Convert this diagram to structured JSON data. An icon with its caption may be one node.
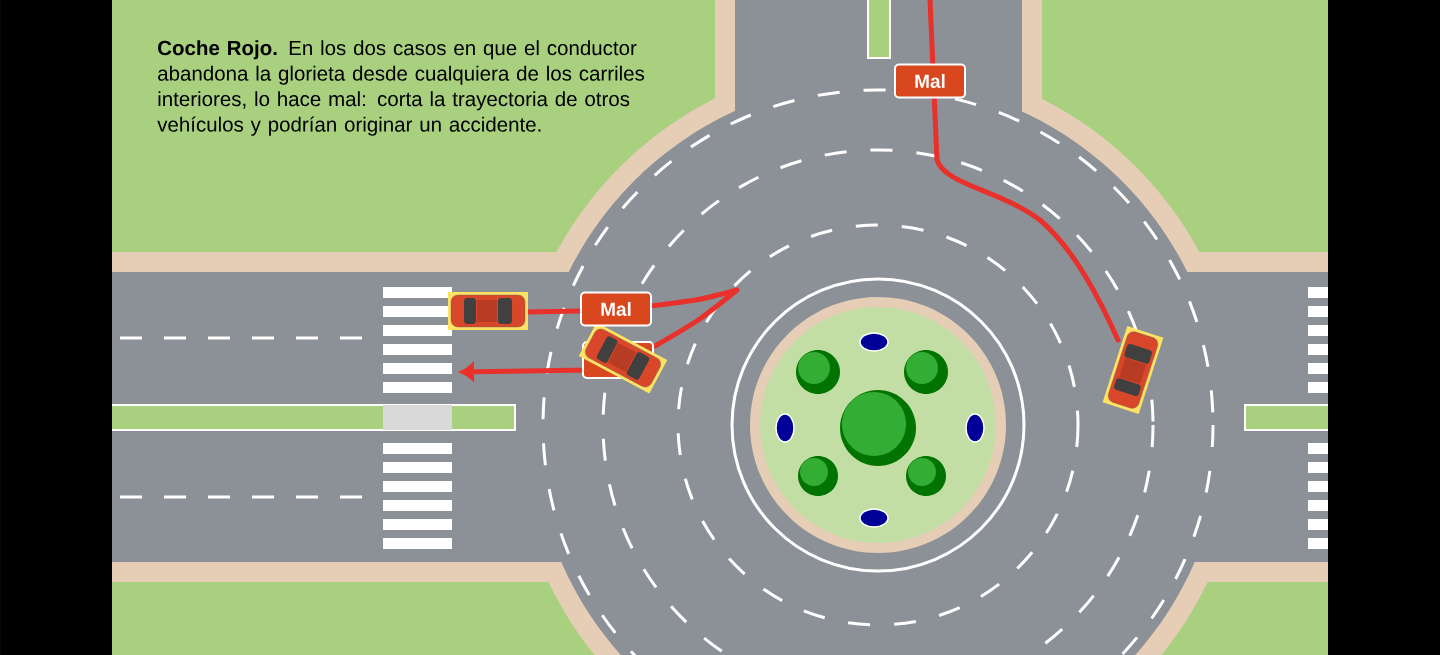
{
  "diagram": {
    "labels": [
      "**Coche Rojo.** En los dos casos en que el conductor abandona la glorieta desde cualquiera de los carriles interiores, lo hace mal: corta la trayectoria de otros vehículos y podrían originar un accidente.",
      "Mal",
      "Mal"
    ]
  }
}
